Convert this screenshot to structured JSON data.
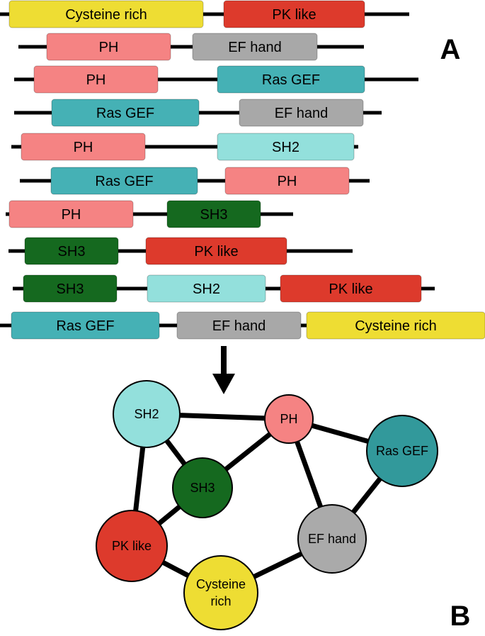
{
  "panel_labels": {
    "a": "A",
    "b": "B"
  },
  "domain_colors": {
    "cysteine": "#eedd33",
    "pk": "#dd3a2c",
    "ph": "#f58383",
    "ef": "#a8a8a8",
    "rasgef": "#45b1b5",
    "sh2": "#93e0dc",
    "sh3": "#15691f"
  },
  "node_colors": {
    "rasgef": "#32999b",
    "ef": "#aaaaaa"
  },
  "proteins": [
    {
      "domains": [
        {
          "label": "Cysteine rich",
          "color_key": "cysteine"
        },
        {
          "label": "PK like",
          "color_key": "pk"
        }
      ]
    },
    {
      "domains": [
        {
          "label": "PH",
          "color_key": "ph"
        },
        {
          "label": "EF hand",
          "color_key": "ef"
        }
      ]
    },
    {
      "domains": [
        {
          "label": "PH",
          "color_key": "ph"
        },
        {
          "label": "Ras GEF",
          "color_key": "rasgef"
        }
      ]
    },
    {
      "domains": [
        {
          "label": "Ras GEF",
          "color_key": "rasgef"
        },
        {
          "label": "EF hand",
          "color_key": "ef"
        }
      ]
    },
    {
      "domains": [
        {
          "label": "PH",
          "color_key": "ph"
        },
        {
          "label": "SH2",
          "color_key": "sh2"
        }
      ]
    },
    {
      "domains": [
        {
          "label": "Ras GEF",
          "color_key": "rasgef"
        },
        {
          "label": "PH",
          "color_key": "ph"
        }
      ]
    },
    {
      "domains": [
        {
          "label": "PH",
          "color_key": "ph"
        },
        {
          "label": "SH3",
          "color_key": "sh3"
        }
      ]
    },
    {
      "domains": [
        {
          "label": "SH3",
          "color_key": "sh3"
        },
        {
          "label": "PK like",
          "color_key": "pk"
        }
      ]
    },
    {
      "domains": [
        {
          "label": "SH3",
          "color_key": "sh3"
        },
        {
          "label": "SH2",
          "color_key": "sh2"
        },
        {
          "label": "PK like",
          "color_key": "pk"
        }
      ]
    },
    {
      "domains": [
        {
          "label": "Ras GEF",
          "color_key": "rasgef"
        },
        {
          "label": "EF hand",
          "color_key": "ef"
        },
        {
          "label": "Cysteine rich",
          "color_key": "cysteine"
        }
      ]
    }
  ],
  "network": {
    "nodes": [
      {
        "id": "sh2",
        "lines": [
          "SH2"
        ]
      },
      {
        "id": "ph",
        "lines": [
          "PH"
        ]
      },
      {
        "id": "rasgef",
        "lines": [
          "Ras GEF"
        ]
      },
      {
        "id": "sh3",
        "lines": [
          "SH3"
        ]
      },
      {
        "id": "ef",
        "lines": [
          "EF hand"
        ]
      },
      {
        "id": "pk",
        "lines": [
          "PK like"
        ]
      },
      {
        "id": "cysteine",
        "lines": [
          "Cysteine",
          "rich"
        ]
      }
    ],
    "edges": [
      [
        "sh2",
        "ph"
      ],
      [
        "sh2",
        "sh3"
      ],
      [
        "sh2",
        "pk"
      ],
      [
        "ph",
        "sh3"
      ],
      [
        "ph",
        "rasgef"
      ],
      [
        "ph",
        "ef"
      ],
      [
        "rasgef",
        "ef"
      ],
      [
        "sh3",
        "pk"
      ],
      [
        "pk",
        "cysteine"
      ],
      [
        "cysteine",
        "ef"
      ]
    ]
  }
}
